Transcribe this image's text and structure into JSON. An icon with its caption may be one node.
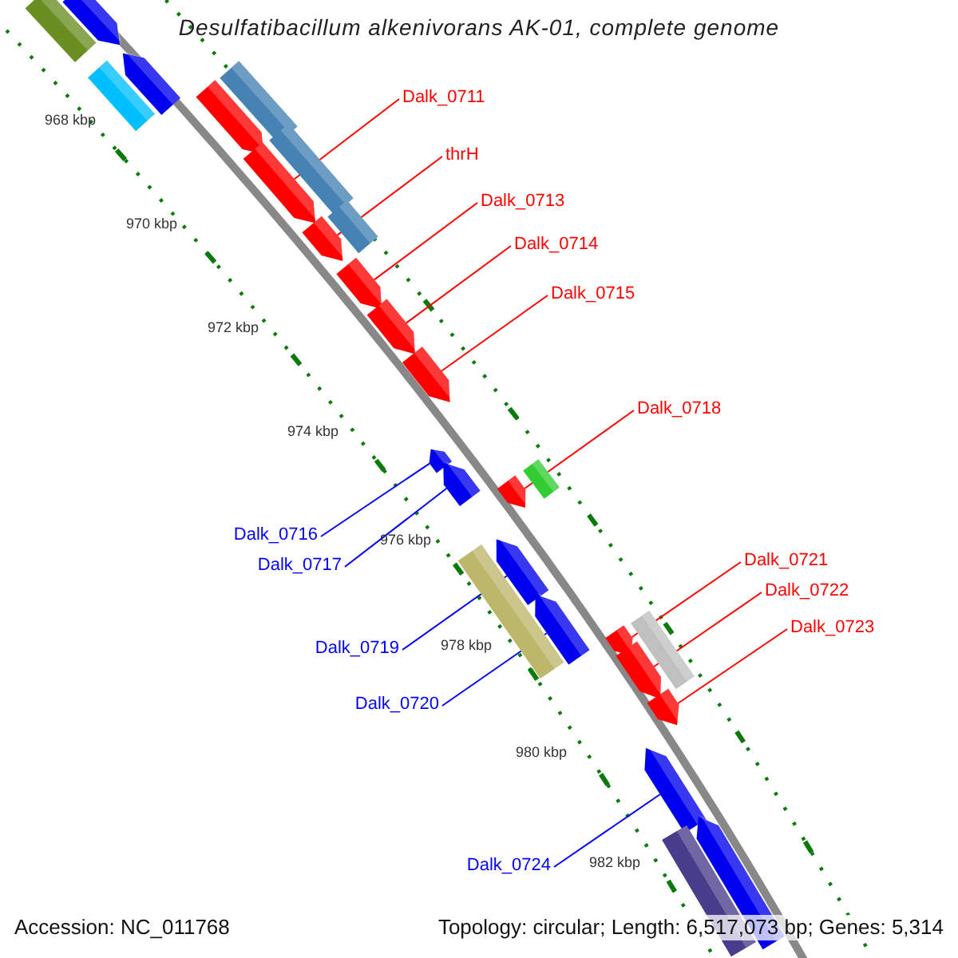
{
  "diagram": {
    "title": "Desulfatibacillum alkenivorans AK-01, complete genome",
    "nodes": [
      {
        "text": [],
        "shape": "bar"
      },
      {
        "text": [],
        "shape": "arrow"
      },
      {
        "text": [],
        "shape": "bar"
      },
      {
        "text": [],
        "shape": "arrow"
      },
      {
        "text": [],
        "shape": "bar"
      },
      {
        "text": [],
        "shape": "bar"
      },
      {
        "text": [],
        "shape": "bar"
      },
      {
        "text": [],
        "shape": "arrow"
      },
      {
        "text": [],
        "shape": "arrow"
      },
      {
        "text": [],
        "shape": "arrow"
      },
      {
        "text": [],
        "shape": "arrow"
      },
      {
        "text": [],
        "shape": "arrow"
      },
      {
        "text": [],
        "shape": "arrow"
      },
      {
        "text": [],
        "shape": "arrow"
      },
      {
        "text": [],
        "shape": "arrow"
      },
      {
        "text": [],
        "shape": "arrow"
      },
      {
        "text": [],
        "shape": "bar"
      },
      {
        "text": [],
        "shape": "bar"
      },
      {
        "text": [],
        "shape": "arrow"
      },
      {
        "text": [],
        "shape": "arrow"
      },
      {
        "text": [],
        "shape": "bar"
      },
      {
        "text": [],
        "shape": "arrow"
      },
      {
        "text": [],
        "shape": "arrow"
      },
      {
        "text": [],
        "shape": "arrow"
      },
      {
        "text": [],
        "shape": "arrow"
      },
      {
        "text": [],
        "shape": "bar"
      },
      {
        "text": [],
        "shape": "arrow"
      },
      {
        "text": [
          "Dalk_0711"
        ]
      },
      {
        "text": [
          "thrH"
        ]
      },
      {
        "text": [
          "Dalk_0713"
        ]
      },
      {
        "text": [
          "Dalk_0714"
        ]
      },
      {
        "text": [
          "Dalk_0715"
        ]
      },
      {
        "text": [
          "Dalk_0718"
        ]
      },
      {
        "text": [
          "Dalk_0716"
        ]
      },
      {
        "text": [
          "Dalk_0717"
        ]
      },
      {
        "text": [
          "Dalk_0719"
        ]
      },
      {
        "text": [
          "Dalk_0720"
        ]
      },
      {
        "text": [
          "Dalk_0721"
        ]
      },
      {
        "text": [
          "Dalk_0722"
        ]
      },
      {
        "text": [
          "Dalk_0723"
        ]
      },
      {
        "text": [
          "Dalk_0724"
        ]
      }
    ],
    "edges": [
      {
        "from": 27,
        "to": 8,
        "arrow": "none"
      },
      {
        "from": 28,
        "to": 9,
        "arrow": "none"
      },
      {
        "from": 29,
        "to": 10,
        "arrow": "none"
      },
      {
        "from": 30,
        "to": 11,
        "arrow": "none"
      },
      {
        "from": 31,
        "to": 12,
        "arrow": "none"
      },
      {
        "from": 32,
        "to": 15,
        "arrow": "none"
      },
      {
        "from": 33,
        "to": 13,
        "arrow": "none",
        "color": "#0000ff"
      },
      {
        "from": 34,
        "to": 14,
        "arrow": "none",
        "color": "#0000ff"
      },
      {
        "from": 35,
        "to": 18,
        "arrow": "none",
        "color": "#0000ff"
      },
      {
        "from": 36,
        "to": 19,
        "arrow": "none",
        "color": "#0000ff"
      },
      {
        "from": 37,
        "to": 21,
        "arrow": "none"
      },
      {
        "from": 38,
        "to": 22,
        "arrow": "none"
      },
      {
        "from": 39,
        "to": 23,
        "arrow": "none"
      },
      {
        "from": 40,
        "to": 24,
        "arrow": "none",
        "color": "#0000ff"
      }
    ],
    "labels": [
      "968 kbp",
      "970 kbp",
      "972 kbp",
      "974 kbp",
      "976 kbp",
      "978 kbp",
      "980 kbp",
      "982 kbp",
      "Accession: NC_011768",
      "Topology: circular; Length: 6,517,073 bp; Genes: 5,314"
    ]
  }
}
